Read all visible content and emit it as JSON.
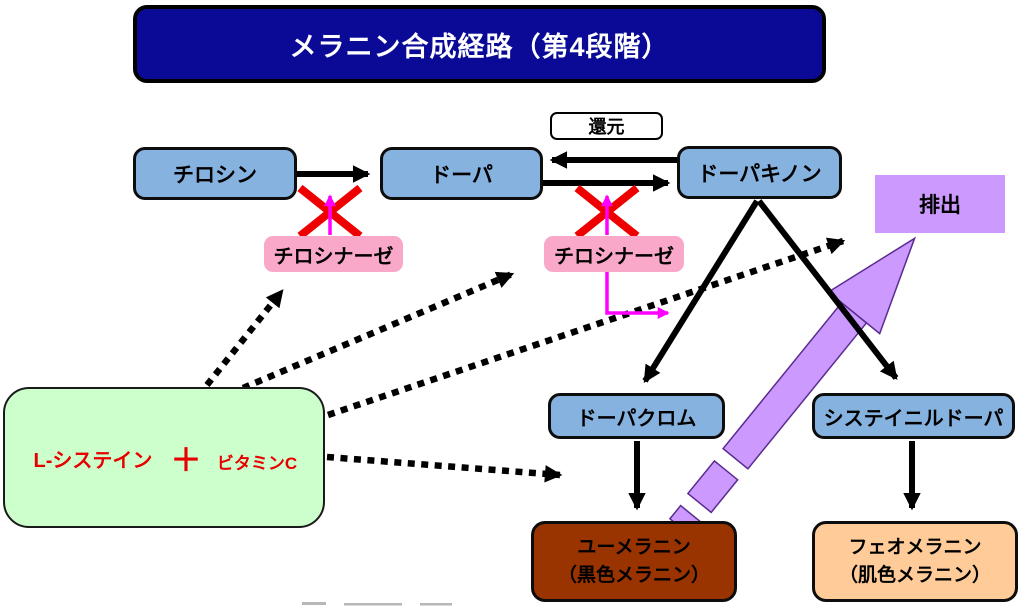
{
  "title": "メラニン合成経路（第4段階）",
  "nodes": {
    "reduction": "還元",
    "tyrosine": "チロシン",
    "dopa": "ドーパ",
    "dopaquinone": "ドーパキノン",
    "tyrosinase_left": "チロシナーゼ",
    "tyrosinase_right": "チロシナーゼ",
    "excretion": "排出",
    "dopachrome": "ドーパクロム",
    "cysteinyl_dopa": "システイニルドーパ",
    "eumelanin_line1": "ユーメラニン",
    "eumelanin_line2": "（黒色メラニン）",
    "pheomelanin_line1": "フェオメラニン",
    "pheomelanin_line2": "（肌色メラニン）",
    "l_cysteine": "L-システイン",
    "plus": "＋",
    "vitamin_c": "ビタミンC"
  },
  "edges": [
    {
      "from": "tyrosine",
      "to": "dopa",
      "style": "solid-black"
    },
    {
      "from": "dopaquinone",
      "to": "dopa",
      "style": "solid-black",
      "note": "reduction (還元) direction"
    },
    {
      "from": "dopa",
      "to": "dopaquinone",
      "style": "solid-black"
    },
    {
      "from": "dopaquinone",
      "to": "dopachrome",
      "style": "solid-black"
    },
    {
      "from": "dopaquinone",
      "to": "cysteinyl_dopa",
      "style": "solid-black"
    },
    {
      "from": "dopachrome",
      "to": "eumelanin",
      "style": "solid-black"
    },
    {
      "from": "cysteinyl_dopa",
      "to": "pheomelanin",
      "style": "solid-black"
    },
    {
      "from": "inhibitor_panel",
      "to": "tyrosinase_left",
      "style": "dotted-black"
    },
    {
      "from": "inhibitor_panel",
      "to": "tyrosinase_right",
      "style": "dotted-black"
    },
    {
      "from": "inhibitor_panel",
      "to": "excretion",
      "style": "dotted-black"
    },
    {
      "from": "inhibitor_panel",
      "to": "eumelanin",
      "style": "dotted-black"
    },
    {
      "from": "tyrosinase_left",
      "to": "tyrosine-dopa-arrow",
      "style": "magenta-blocked-x"
    },
    {
      "from": "tyrosinase_right",
      "to": "dopa-dopaquinone-arrow",
      "style": "magenta-blocked-x"
    },
    {
      "from": "tyrosinase_right",
      "to": "dopaquinone-dopachrome-arrow",
      "style": "magenta-elbow"
    },
    {
      "from": "eumelanin",
      "to": "excretion",
      "style": "thick-purple-broken"
    }
  ],
  "colors": {
    "title_navy": "#0a0a96",
    "box_blue": "#86B2E0",
    "box_pink": "#F9A8C9",
    "box_purple": "#CC99FF",
    "box_brown": "#993300",
    "box_peach": "#FFCC99",
    "panel_green": "#CCFFCC",
    "octagon_cyan": "#00FFFF",
    "ellipse_yellow": "#FFFFB0",
    "arrow_purple_fill": "#CC99FF",
    "block_red": "#EE0000",
    "accent_magenta": "#FF00FF",
    "text_red": "#E60000"
  }
}
